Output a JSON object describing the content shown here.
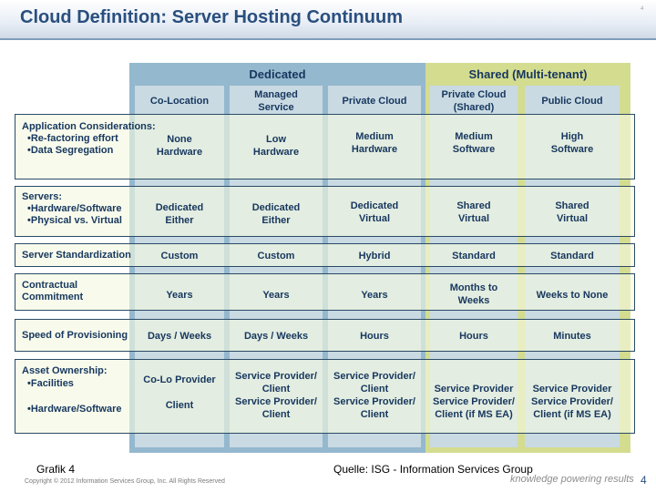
{
  "slide": {
    "title": "Cloud Definition: Server Hosting Continuum",
    "corner_mark": "4"
  },
  "groups": {
    "dedicated": "Dedicated",
    "shared": "Shared (Multi-tenant)"
  },
  "columns": [
    {
      "line1": "Co-Location",
      "line2": ""
    },
    {
      "line1": "Managed",
      "line2": "Service"
    },
    {
      "line1": "Private Cloud",
      "line2": ""
    },
    {
      "line1": "Private Cloud",
      "line2": "(Shared)"
    },
    {
      "line1": "Public Cloud",
      "line2": ""
    }
  ],
  "rows": [
    {
      "label": [
        "Application Considerations:",
        "•Re-factoring effort",
        "•Data Segregation"
      ],
      "cells": [
        [
          "None",
          "Hardware"
        ],
        [
          "Low",
          "Hardware"
        ],
        [
          "Medium",
          "Hardware"
        ],
        [
          "Medium",
          "Software"
        ],
        [
          "High",
          "Software"
        ]
      ]
    },
    {
      "label": [
        "Servers:",
        "•Hardware/Software",
        "•Physical vs. Virtual"
      ],
      "cells": [
        [
          "Dedicated",
          "Either"
        ],
        [
          "Dedicated",
          "Either"
        ],
        [
          "Dedicated",
          "Virtual"
        ],
        [
          "Shared",
          "Virtual"
        ],
        [
          "Shared",
          "Virtual"
        ]
      ]
    },
    {
      "label": [
        "Server Standardization"
      ],
      "cells": [
        [
          "Custom"
        ],
        [
          "Custom"
        ],
        [
          "Hybrid"
        ],
        [
          "Standard"
        ],
        [
          "Standard"
        ]
      ]
    },
    {
      "label": [
        "Contractual",
        "Commitment"
      ],
      "cells": [
        [
          "Years"
        ],
        [
          "Years"
        ],
        [
          "Years"
        ],
        [
          "Months to",
          "Weeks"
        ],
        [
          "Weeks to None"
        ]
      ]
    },
    {
      "label": [
        "Speed of Provisioning"
      ],
      "cells": [
        [
          "Days / Weeks"
        ],
        [
          "Days / Weeks"
        ],
        [
          "Hours"
        ],
        [
          "Hours"
        ],
        [
          "Minutes"
        ]
      ]
    },
    {
      "label": [
        "Asset Ownership:",
        "•Facilities",
        "",
        "•Hardware/Software"
      ],
      "cells": [
        [
          "Co-Lo Provider",
          "",
          "Client"
        ],
        [
          "Service Provider/",
          "Client",
          "Service Provider/",
          "Client"
        ],
        [
          "Service Provider/",
          "Client",
          "Service Provider/",
          "Client"
        ],
        [
          "Service Provider",
          "Service Provider/",
          "Client (if MS EA)"
        ],
        [
          "Service Provider",
          "Service Provider/",
          "Client (if MS EA)"
        ]
      ]
    }
  ],
  "footer": {
    "left": "Grafik 4",
    "source": "Quelle: ISG - Information Services Group",
    "copyright": "Copyright © 2012 Information Services Group, Inc. All Rights Reserved",
    "tagline": "knowledge powering results",
    "page_number": "4"
  },
  "colors": {
    "title": "#2a4f7e",
    "dedicated_panel": "#94b8ce",
    "shared_panel": "#d4dc90",
    "column_box": "#c9dae3",
    "text": "#17375e"
  }
}
